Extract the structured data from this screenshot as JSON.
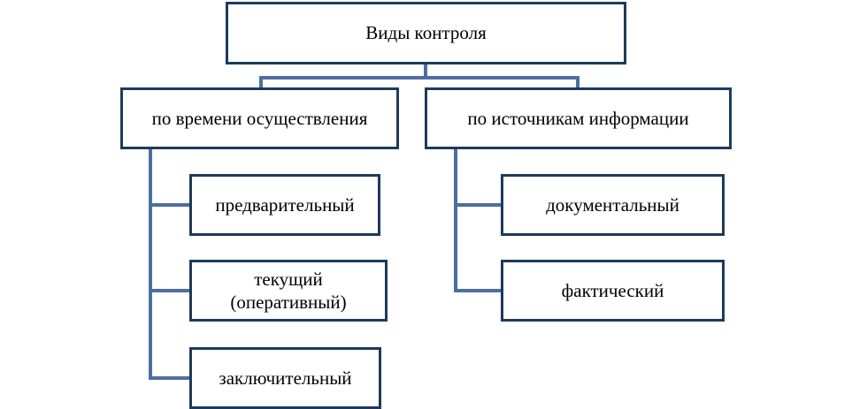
{
  "diagram": {
    "root": {
      "label": "Виды контроля"
    },
    "branches": [
      {
        "label": "по времени осуществления",
        "children": [
          {
            "label": "предварительный"
          },
          {
            "label": "текущий\n(оперативный)"
          },
          {
            "label": "заключительный"
          }
        ]
      },
      {
        "label": "по источникам информации",
        "children": [
          {
            "label": "документальный"
          },
          {
            "label": "фактический"
          }
        ]
      }
    ]
  },
  "colors": {
    "box_border": "#1d3a5e",
    "connector": "#4d6e9f",
    "background": "#ffffff",
    "text": "#000000"
  }
}
